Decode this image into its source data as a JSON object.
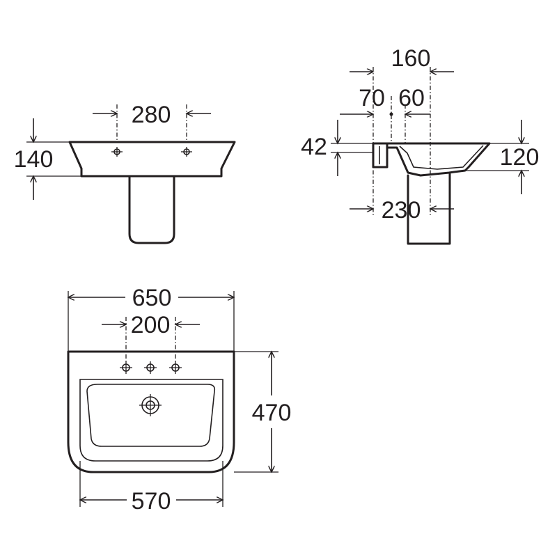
{
  "colors": {
    "ink": "#231f20",
    "paper": "#ffffff"
  },
  "front_view": {
    "tap_hole_spacing": "280",
    "rim_height": "140"
  },
  "side_view": {
    "depth_overall": "160",
    "tap_offset_back": "70",
    "tap_offset_front": "60",
    "wall_rim_thickness": "42",
    "basin_height": "120",
    "pedestal_depth": "230"
  },
  "top_view": {
    "overall_width": "650",
    "tap_hole_spacing": "200",
    "projection": "470",
    "back_width": "570"
  }
}
